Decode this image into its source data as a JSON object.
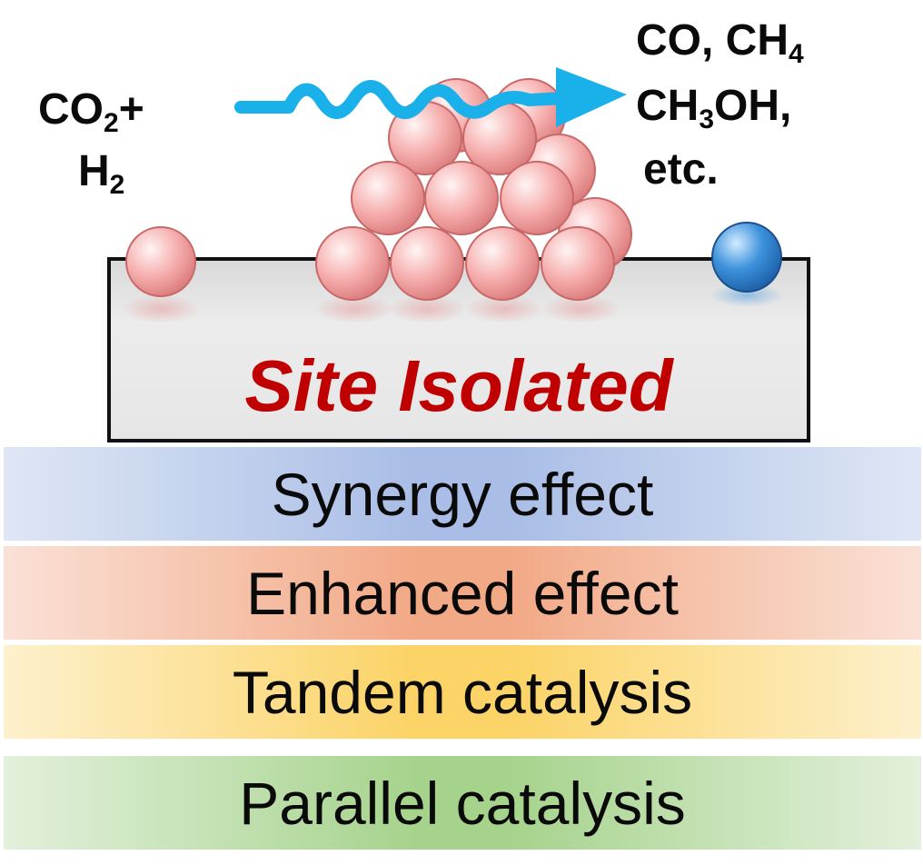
{
  "reactants": {
    "line1": "CO",
    "line1_sub": "2",
    "line1_suffix": "+",
    "line2": "H",
    "line2_sub": "2"
  },
  "products": {
    "line1": "CO, CH",
    "line1_sub": "4",
    "line2": "CH",
    "line2_sub": "3",
    "line2_suffix": "OH,",
    "line3": "etc."
  },
  "support_label": "Site Isolated",
  "effects": [
    {
      "label": "Synergy effect"
    },
    {
      "label": "Enhanced effect"
    },
    {
      "label": "Tandem catalysis"
    },
    {
      "label": "Parallel catalysis"
    }
  ],
  "colors": {
    "metal_particle": "#f3a7a7",
    "second_metal_particle": "#2d7fd1",
    "arrow": "#1ab0ea",
    "support": "#e6e6e6",
    "site_label": "#c00000"
  }
}
